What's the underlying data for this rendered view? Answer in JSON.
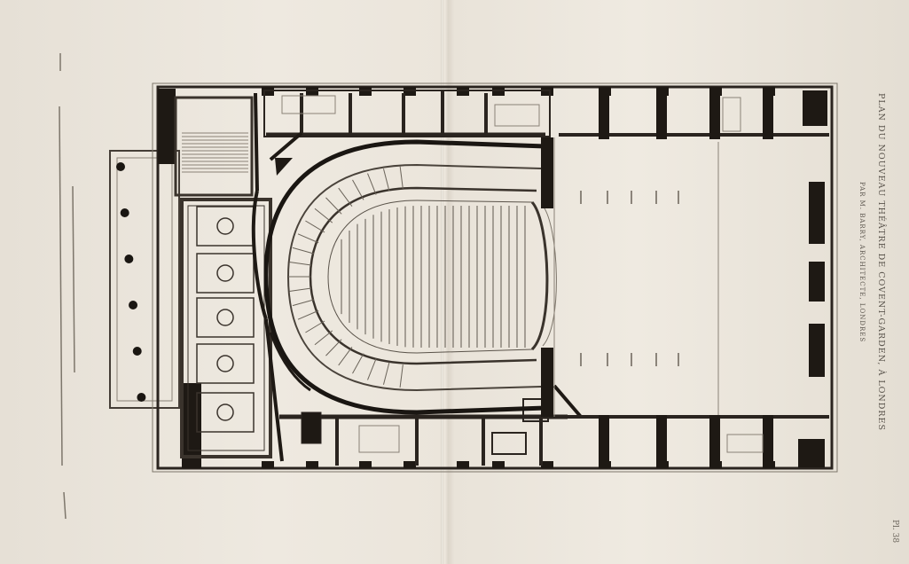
{
  "sheet": {
    "title": "PLAN DU NOUVEAU THÉÂTRE DE COVENT-GARDEN, À LONDRES",
    "subtitle": "PAR M. BARRY, ARCHITECTE, LONDRES",
    "plate_number": "Pl. 38"
  },
  "colors": {
    "paper": "#ece6dc",
    "ink": "#201b17",
    "fill_ink": "#2a241f",
    "fine_line": "#8a8277"
  }
}
